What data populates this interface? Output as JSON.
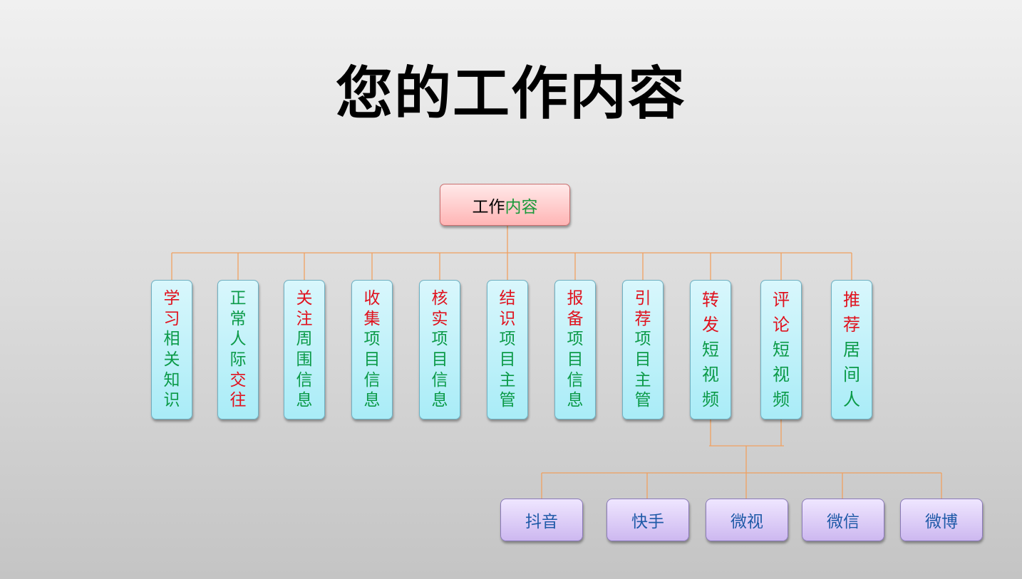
{
  "title": "您的工作内容",
  "root": {
    "label_black": "工作",
    "label_green": "内容"
  },
  "columns": [
    {
      "id": "learn",
      "chars": [
        [
          "学",
          "r"
        ],
        [
          "习",
          "r"
        ],
        [
          "相",
          "g"
        ],
        [
          "关",
          "g"
        ],
        [
          "知",
          "g"
        ],
        [
          "识",
          "g"
        ]
      ]
    },
    {
      "id": "social",
      "chars": [
        [
          "正",
          "g"
        ],
        [
          "常",
          "g"
        ],
        [
          "人",
          "g"
        ],
        [
          "际",
          "g"
        ],
        [
          "交",
          "r"
        ],
        [
          "往",
          "r"
        ]
      ]
    },
    {
      "id": "surround",
      "chars": [
        [
          "关",
          "r"
        ],
        [
          "注",
          "r"
        ],
        [
          "周",
          "g"
        ],
        [
          "围",
          "g"
        ],
        [
          "信",
          "g"
        ],
        [
          "息",
          "g"
        ]
      ]
    },
    {
      "id": "collect",
      "chars": [
        [
          "收",
          "r"
        ],
        [
          "集",
          "r"
        ],
        [
          "项",
          "g"
        ],
        [
          "目",
          "g"
        ],
        [
          "信",
          "g"
        ],
        [
          "息",
          "g"
        ]
      ]
    },
    {
      "id": "verify",
      "chars": [
        [
          "核",
          "r"
        ],
        [
          "实",
          "r"
        ],
        [
          "项",
          "g"
        ],
        [
          "目",
          "g"
        ],
        [
          "信",
          "g"
        ],
        [
          "息",
          "g"
        ]
      ]
    },
    {
      "id": "meet",
      "chars": [
        [
          "结",
          "r"
        ],
        [
          "识",
          "r"
        ],
        [
          "项",
          "g"
        ],
        [
          "目",
          "g"
        ],
        [
          "主",
          "g"
        ],
        [
          "管",
          "g"
        ]
      ]
    },
    {
      "id": "report",
      "chars": [
        [
          "报",
          "r"
        ],
        [
          "备",
          "r"
        ],
        [
          "项",
          "g"
        ],
        [
          "目",
          "g"
        ],
        [
          "信",
          "g"
        ],
        [
          "息",
          "g"
        ]
      ]
    },
    {
      "id": "introduce",
      "chars": [
        [
          "引",
          "r"
        ],
        [
          "荐",
          "r"
        ],
        [
          "项",
          "g"
        ],
        [
          "目",
          "g"
        ],
        [
          "主",
          "g"
        ],
        [
          "管",
          "g"
        ]
      ]
    },
    {
      "id": "forward",
      "chars": [
        [
          "转",
          "r"
        ],
        [
          "发",
          "r"
        ],
        [
          "短",
          "g"
        ],
        [
          "视",
          "g"
        ],
        [
          "频",
          "g"
        ]
      ]
    },
    {
      "id": "comment",
      "chars": [
        [
          "评",
          "r"
        ],
        [
          "论",
          "r"
        ],
        [
          "短",
          "g"
        ],
        [
          "视",
          "g"
        ],
        [
          "频",
          "g"
        ]
      ]
    },
    {
      "id": "recommend",
      "chars": [
        [
          "推",
          "r"
        ],
        [
          "荐",
          "r"
        ],
        [
          "居",
          "g"
        ],
        [
          "间",
          "g"
        ],
        [
          "人",
          "g"
        ]
      ]
    }
  ],
  "platforms": [
    "抖音",
    "快手",
    "微视",
    "微信",
    "微博"
  ],
  "colors": {
    "connector": "#f0a060",
    "red_text": "#e0121e",
    "green_text": "#0b9a48",
    "leaf_text": "#1f5aa8"
  }
}
